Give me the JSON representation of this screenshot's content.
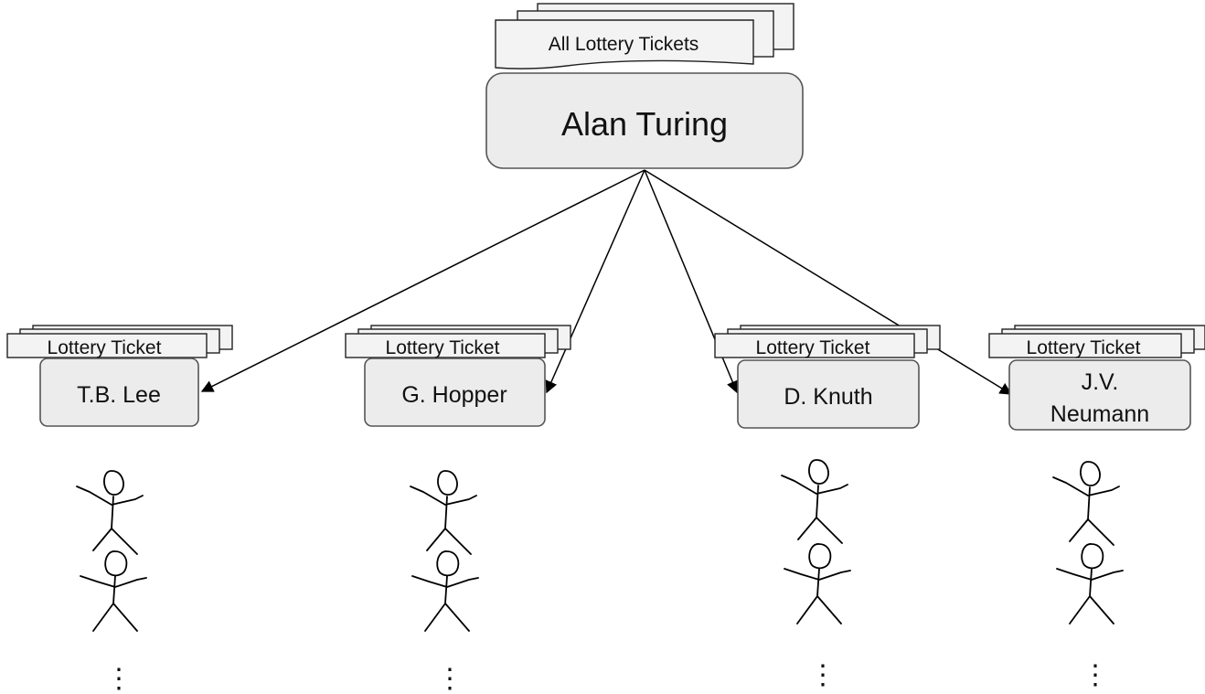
{
  "root": {
    "name": "Alan Turing",
    "tickets_label": "All Lottery Tickets"
  },
  "children": [
    {
      "name": "T.B. Lee",
      "ticket_label": "Lottery Ticket",
      "continuation": "⋮"
    },
    {
      "name": "G. Hopper",
      "ticket_label": "Lottery Ticket",
      "continuation": "⋮"
    },
    {
      "name": "D. Knuth",
      "ticket_label": "Lottery Ticket",
      "continuation": "⋮"
    },
    {
      "name_lines": [
        "J.V.",
        "Neumann"
      ],
      "ticket_label": "Lottery Ticket",
      "continuation": "⋮"
    }
  ]
}
